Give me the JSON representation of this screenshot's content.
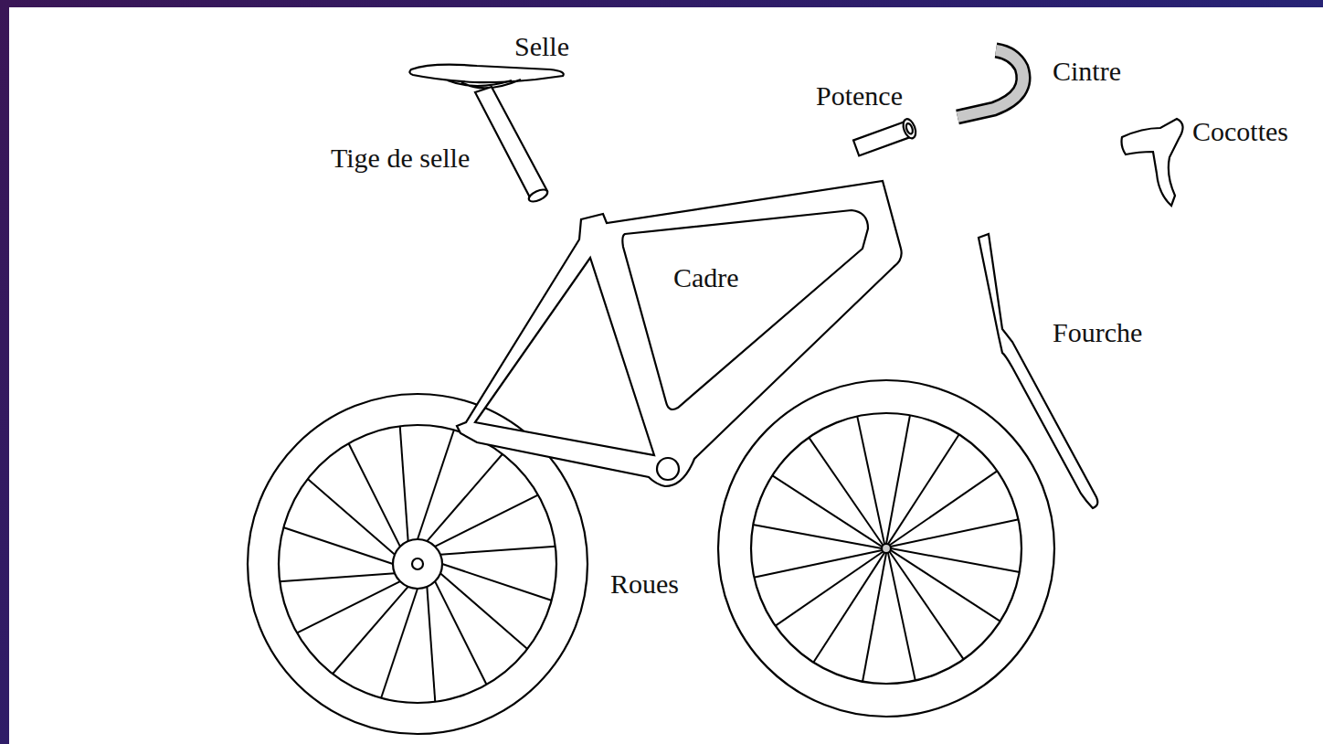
{
  "diagram": {
    "labels": [
      "Selle",
      "Tige de selle",
      "Potence",
      "Cintre",
      "Cocottes",
      "Cadre",
      "Fourche",
      "Roues"
    ]
  }
}
